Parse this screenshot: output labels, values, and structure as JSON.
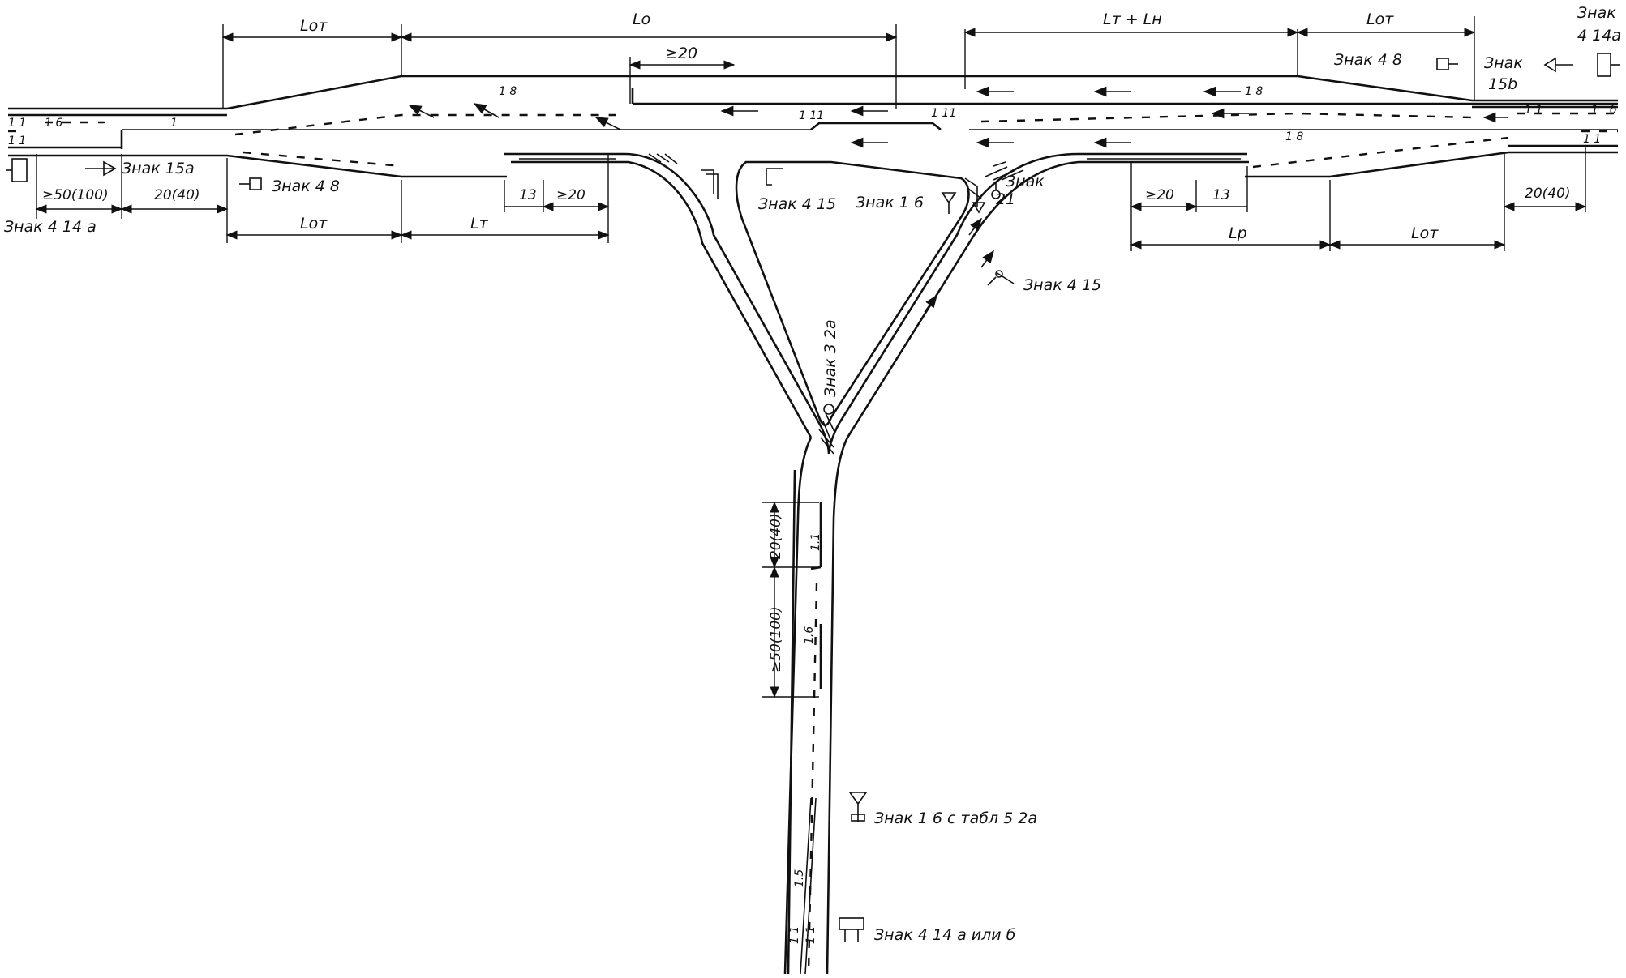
{
  "dimensions": {
    "l_ot_top_left": "Lот",
    "l_o": "Lо",
    "ge20_top": "≥20",
    "lt_plus_ln": "Lт + Lн",
    "l_ot_top_right": "Lот",
    "ge50_left": "≥50(100)",
    "d20_40_left": "20(40)",
    "d13_left": "13",
    "ge20_left": "≥20",
    "l_ot_bottom_left": "Lот",
    "l_t_bottom": "Lт",
    "ge20_right": "≥20",
    "d13_right": "13",
    "l_r_bottom": "Lр",
    "l_ot_bottom_right": "Lот",
    "d20_40_right": "20(40)",
    "d20_40_vertical": "20(40)",
    "ge50_vertical": "≥50(100)"
  },
  "signs": {
    "s414a_left": "Знак 4 14 а",
    "s15a": "Знак 15а",
    "s48_left": "Знак 4 8",
    "s415_triangle": "Знак 4 15",
    "s16_triangle": "Знак 1 6",
    "s21_label": "Знак",
    "s21_num": "21",
    "s415_right": "Знак 4 15",
    "s32a": "Знак 3 2а",
    "s48_right": "Знак 4 8",
    "s15b_label": "Знак",
    "s15b_num": "15b",
    "s414a_right_label": "Знак",
    "s414a_right_num": "4 14а",
    "s16_table": "Знак 1 6 с табл 5 2а",
    "s414_ab": "Знак 4 14 а или б"
  },
  "markings": {
    "m18_top": "1 8",
    "m18_top_right": "1 8",
    "m18_right": "1 8",
    "m111_a": "1 11",
    "m111_b": "1 11",
    "m11_far_left": "1 1",
    "m16_far_left": "1 6",
    "m1_left": "1",
    "m11_left2": "1 1",
    "m11_far_right": "1 1",
    "m11_right2": "1 1",
    "m1_right": "1",
    "m_b_right": "б",
    "m11_vert": "1.1",
    "m16_vert": "1.6",
    "m15_vert": "1.5",
    "m11_bottom_a": "1 1",
    "m11_bottom_b": "1 1"
  }
}
